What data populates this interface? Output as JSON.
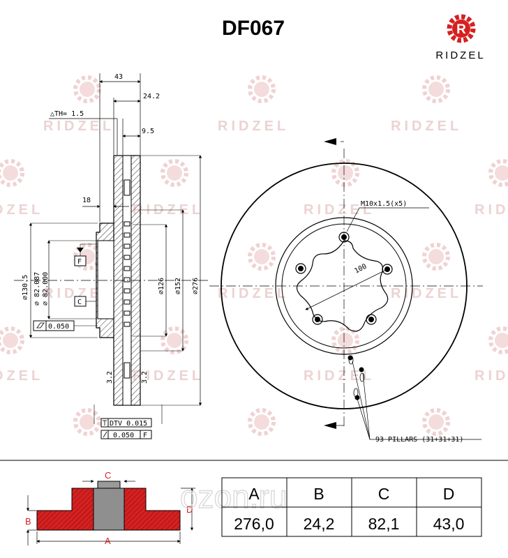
{
  "title": "DF067",
  "brand": {
    "name": "RIDZEL",
    "logo_letter": "R",
    "logo_color": "#d62020"
  },
  "watermark": {
    "text": "RIDZEL",
    "color": "#e9cfcf"
  },
  "drawing": {
    "section": {
      "dim_43": "43",
      "dim_24_2": "24.2",
      "dim_th": "△TH= 1.5",
      "dim_9_5": "9.5",
      "dim_18": "18",
      "dia_130_5": "⌀130.5",
      "dia_82_087": "⌀ 82.087",
      "dia_82_000": "⌀ 82.000",
      "dia_126": "⌀126",
      "dia_152": "⌀152",
      "dia_276": "⌀276",
      "datum_f": "F",
      "datum_c": "C",
      "flatness": "0.050",
      "dtv": "DTV 0.015",
      "runout": "0.050",
      "runout_ref": "F",
      "surface_mark": "3.2"
    },
    "face": {
      "bolt_label": "M10x1.5(x5)",
      "pcd": "100",
      "pillars": "93 PILLARS (31+31+31)"
    }
  },
  "bottom_diagram": {
    "label_a": "A",
    "label_b": "B",
    "label_c": "C",
    "label_d": "D",
    "hatch_color": "#d62020",
    "ozon_watermark": "ozon.ru"
  },
  "spec_table": {
    "headers": [
      "A",
      "B",
      "C",
      "D"
    ],
    "values": [
      "276,0",
      "24,2",
      "82,1",
      "43,0"
    ]
  }
}
